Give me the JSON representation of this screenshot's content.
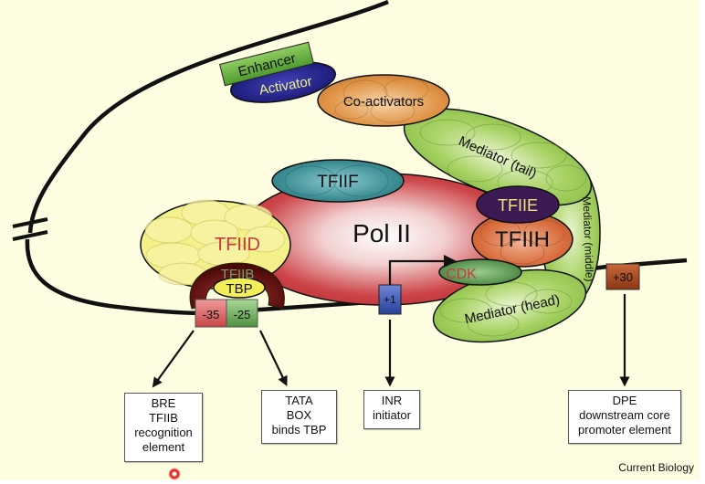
{
  "figure": {
    "title": "Eukaryotic RNA polymerase II preinitiation complex at a core promoter",
    "credit": "Current Biology"
  },
  "complexes": {
    "enhancer": "Enhancer",
    "activator": "Activator",
    "coactivators": "Co-activators",
    "mediator_tail": "Mediator (tail)",
    "mediator_middle": "Mediator (middle)",
    "mediator_head": "Mediator (head)",
    "tfiif": "TFIIF",
    "pol2": "Pol II",
    "tfiie": "TFIIE",
    "tfiih": "TFIIH",
    "cdk": "CDK",
    "tfiid": "TFIID",
    "tfiib": "TFIIB",
    "tbp": "TBP"
  },
  "promoter_positions": {
    "bre": "-35",
    "tata": "-25",
    "inr": "+1",
    "dpe": "+30"
  },
  "callouts": [
    {
      "id": "bre",
      "lines": [
        "BRE",
        "TFIIB",
        "recognition",
        "element"
      ]
    },
    {
      "id": "tata",
      "lines": [
        "TATA",
        "BOX",
        "binds TBP"
      ]
    },
    {
      "id": "inr",
      "lines": [
        "INR",
        "initiator"
      ]
    },
    {
      "id": "dpe",
      "lines": [
        "DPE",
        "downstream core",
        "promoter element"
      ]
    }
  ],
  "colors": {
    "background": "#fdfde2",
    "dna": "#111111",
    "enhancer": "#6aaa45",
    "activator": "#1f1f86",
    "activator_text": "#f0f080",
    "coactivators": "#d98a3c",
    "mediator": "#9cc95a",
    "pol2": "#c8363a",
    "tfiif": "#3b8a8f",
    "tfiie": "#3e1a55",
    "tfiie_text": "#e9e97a",
    "tfiih": "#d3673a",
    "cdk": "#4f8f45",
    "cdk_text": "#c83a3a",
    "tfiid": "#f4f08a",
    "tfiid_text": "#c8363a",
    "tfiib": "#6e1414",
    "tfiib_text": "#6f9f6a",
    "tbp": "#f3ef58",
    "bre_box": "#d65a5a",
    "tata_box": "#6fae5b",
    "inr_box": "#3a56b0",
    "dpe_box": "#a8481f"
  }
}
